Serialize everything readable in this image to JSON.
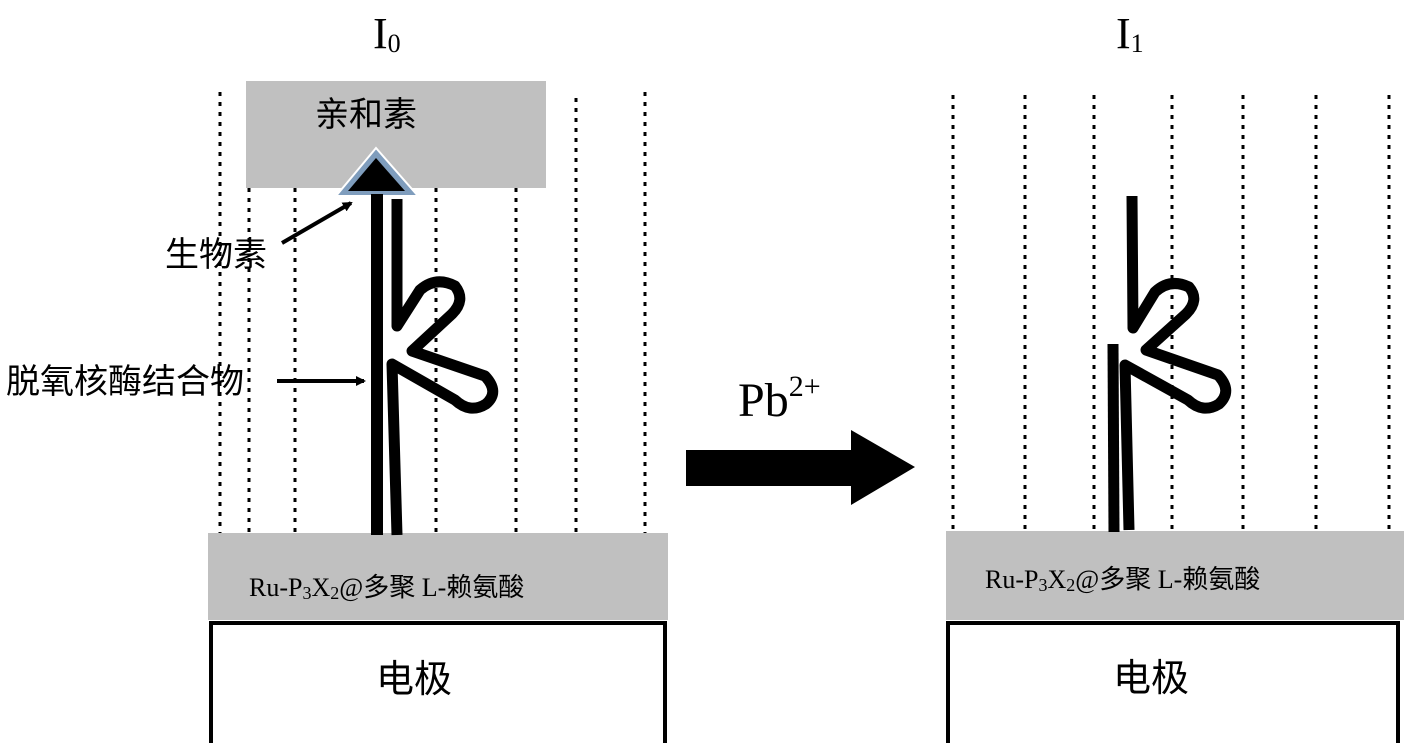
{
  "left_panel": {
    "signal_label": {
      "main": "I",
      "sub": "0"
    },
    "avidin_label": "亲和素",
    "biotin_label": "生物素",
    "dna_label": "脱氧核酶结合物",
    "layer_label": {
      "pre": "Ru-P",
      "sub1": "3",
      "mid": "X",
      "sub2": "2",
      "post": "@多聚 L-赖氨酸"
    },
    "electrode_label": "电极"
  },
  "reaction": {
    "ion_label": {
      "main": "Pb",
      "sup": "2+"
    }
  },
  "right_panel": {
    "signal_label": {
      "main": "I",
      "sub": "1"
    },
    "layer_label": {
      "pre": "Ru-P",
      "sub1": "3",
      "mid": "X",
      "sub2": "2",
      "post": "@多聚 L-赖氨酸"
    },
    "electrode_label": "电极"
  },
  "colors": {
    "layer_gray": "#c0c0c0",
    "biotin_border": "#7f9dbd",
    "ink": "#000000"
  }
}
